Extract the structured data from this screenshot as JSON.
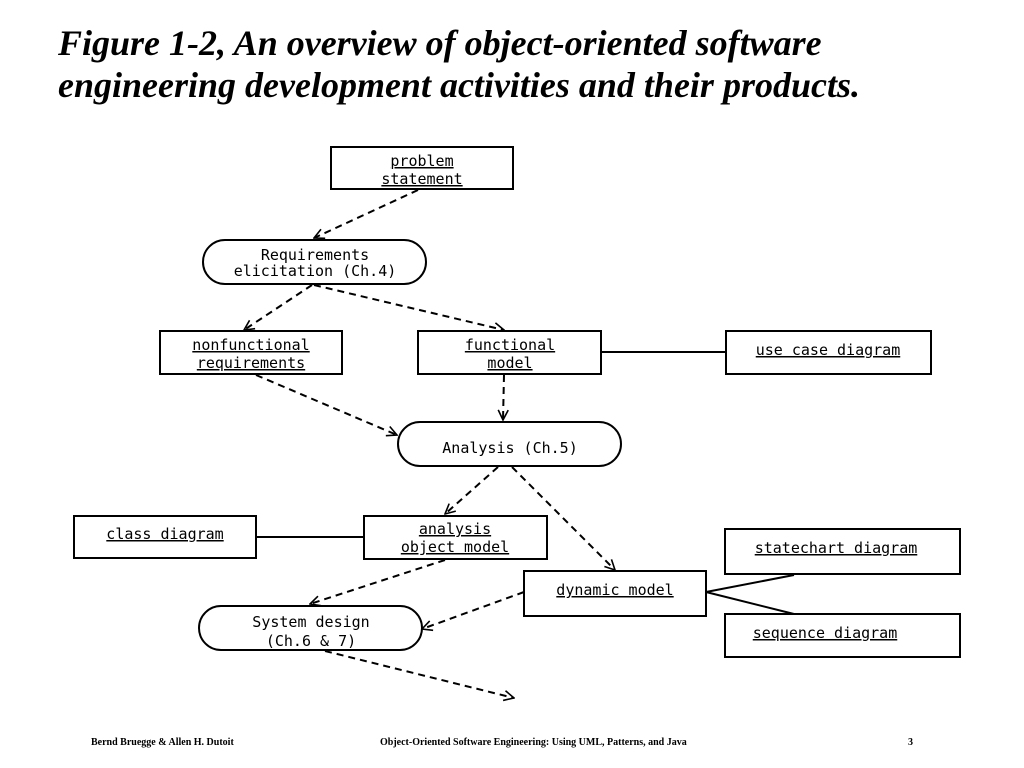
{
  "slide": {
    "title_line1": "Figure 1-2, An overview of object-oriented software",
    "title_line2": "engineering development activities and their products."
  },
  "diagram": {
    "problem_statement": [
      "problem",
      "statement"
    ],
    "requirements_elicitation": [
      "Requirements",
      "elicitation (Ch.4)"
    ],
    "nonfunctional_requirements": [
      "nonfunctional",
      "requirements"
    ],
    "functional_model": [
      "functional",
      "model"
    ],
    "use_case_diagram": "use case diagram",
    "analysis": "Analysis (Ch.5)",
    "class_diagram": "class diagram",
    "analysis_object_model": [
      "analysis",
      "object model"
    ],
    "statechart_diagram": "statechart diagram",
    "dynamic_model": "dynamic model",
    "system_design": [
      "System design",
      "(Ch.6 & 7)"
    ],
    "sequence_diagram": "sequence diagram"
  },
  "footer": {
    "authors": "Bernd Bruegge & Allen H. Dutoit",
    "book": "Object-Oriented Software Engineering: Using UML, Patterns, and Java",
    "page": "3"
  }
}
